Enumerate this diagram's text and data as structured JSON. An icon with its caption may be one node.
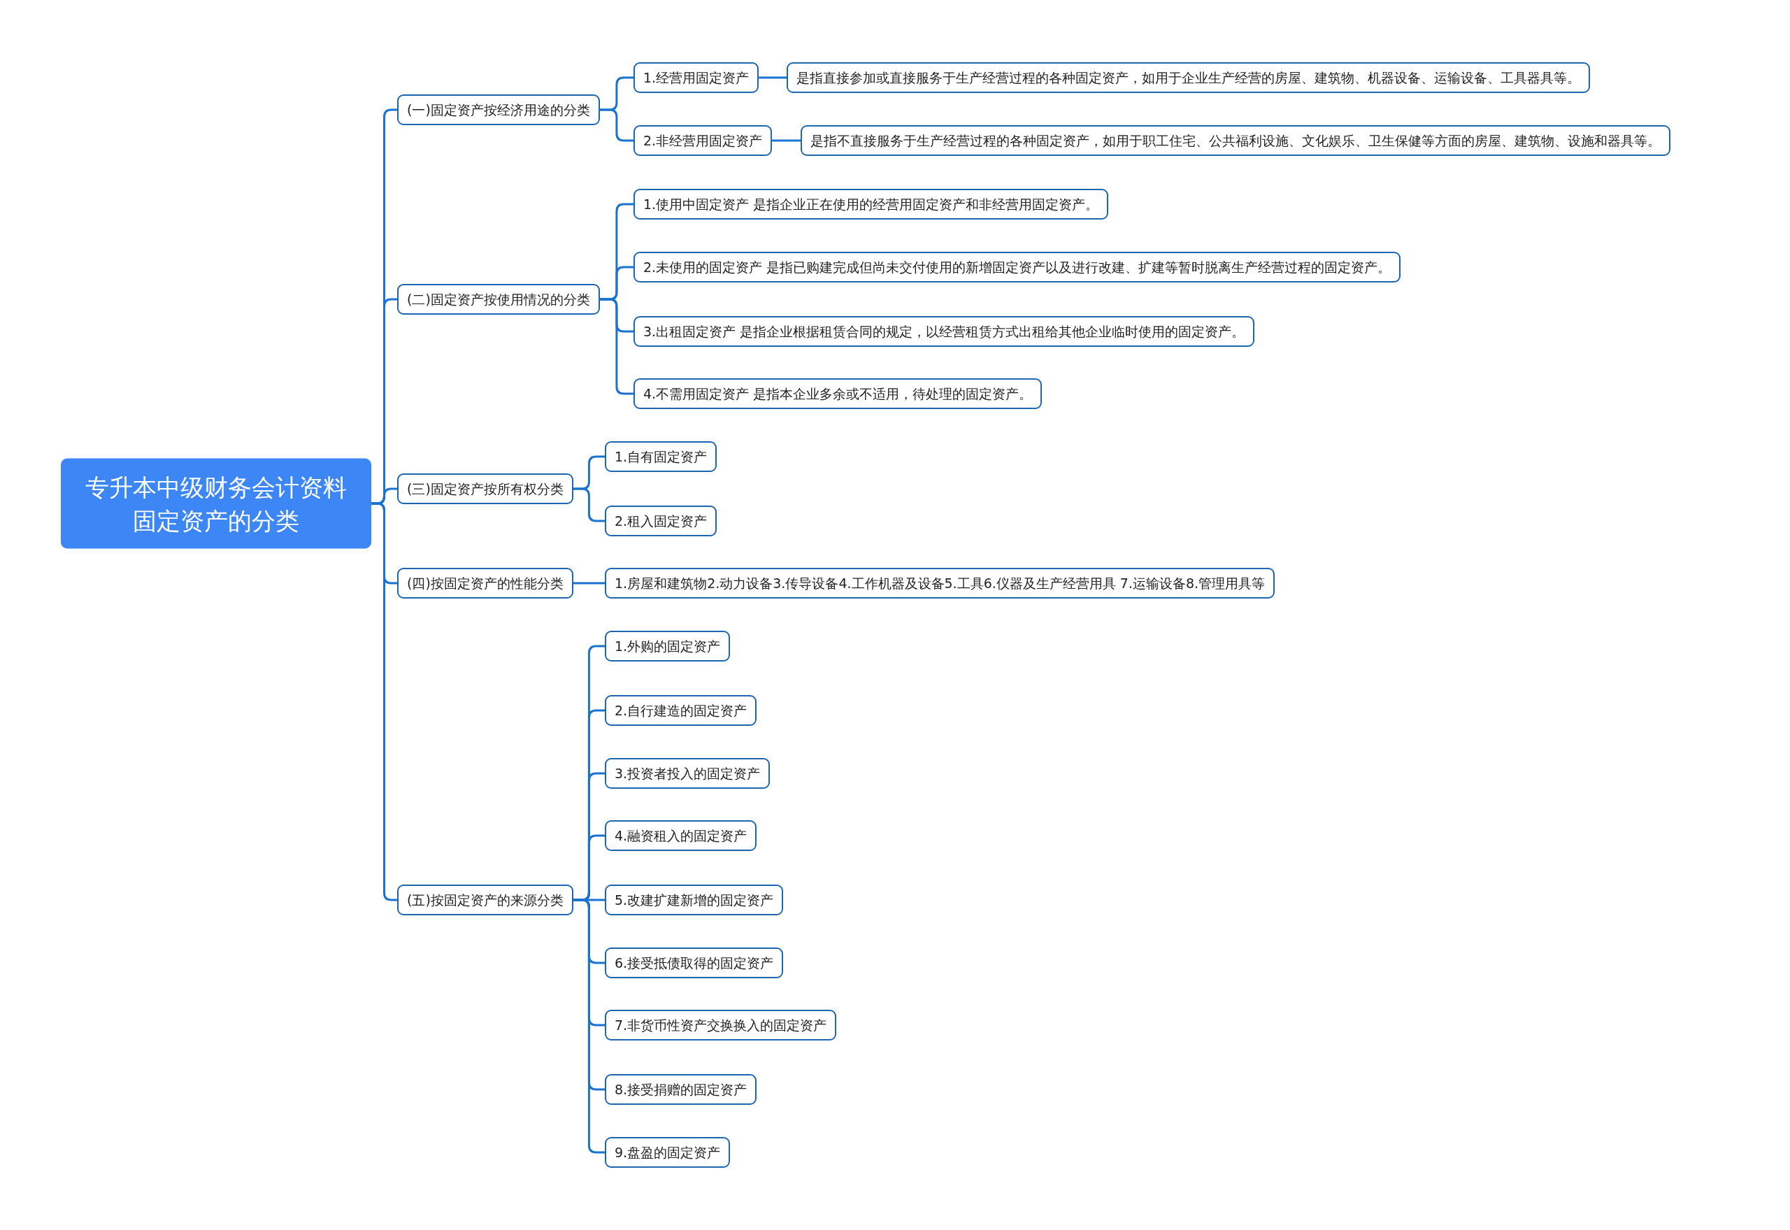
{
  "diagram": {
    "nodes": [
      {
        "text": [
          "专升本中级财务会计资料固定资产的分类"
        ]
      },
      {
        "text": [
          "(一)固定资产按经济用途的分类"
        ]
      },
      {
        "text": [
          "1.经营用固定资产"
        ]
      },
      {
        "text": [
          "是指直接参加或直接服务于生产经营过程的各种固定资产，如用于企业生产经营的房屋、建筑物、机器设备、运输设备、工具器具等。"
        ]
      },
      {
        "text": [
          "2.非经营用固定资产"
        ]
      },
      {
        "text": [
          "是指不直接服务于生产经营过程的各种固定资产，如用于职工住宅、公共福利设施、文化娱乐、卫生保健等方面的房屋、建筑物、设施和器具等。"
        ]
      },
      {
        "text": [
          "(二)固定资产按使用情况的分类"
        ]
      },
      {
        "text": [
          "1.使用中固定资产 是指企业正在使用的经营用固定资产和非经营用固定资产。"
        ]
      },
      {
        "text": [
          "2.未使用的固定资产 是指已购建完成但尚未交付使用的新增固定资产以及进行改建、扩建等暂时脱离生产经营过程的固定资产。"
        ]
      },
      {
        "text": [
          "3.出租固定资产 是指企业根据租赁合同的规定，以经营租赁方式出租给其他企业临时使用的固定资产。"
        ]
      },
      {
        "text": [
          "4.不需用固定资产 是指本企业多余或不适用，待处理的固定资产。"
        ]
      },
      {
        "text": [
          "(三)固定资产按所有权分类"
        ]
      },
      {
        "text": [
          "1.自有固定资产"
        ]
      },
      {
        "text": [
          "2.租入固定资产"
        ]
      },
      {
        "text": [
          "(四)按固定资产的性能分类"
        ]
      },
      {
        "text": [
          "1.房屋和建筑物2.动力设备3.传导设备4.工作机器及设备5.工具6.仪器及生产经营用具 7.运输设备8.管理用具等"
        ]
      },
      {
        "text": [
          "(五)按固定资产的来源分类"
        ]
      },
      {
        "text": [
          "1.外购的固定资产"
        ]
      },
      {
        "text": [
          "2.自行建造的固定资产"
        ]
      },
      {
        "text": [
          "3.投资者投入的固定资产"
        ]
      },
      {
        "text": [
          "4.融资租入的固定资产"
        ]
      },
      {
        "text": [
          "5.改建扩建新增的固定资产"
        ]
      },
      {
        "text": [
          "6.接受抵债取得的固定资产"
        ]
      },
      {
        "text": [
          "7.非货币性资产交换换入的固定资产"
        ]
      },
      {
        "text": [
          "8.接受捐赠的固定资产"
        ]
      },
      {
        "text": [
          "9.盘盈的固定资产"
        ]
      }
    ],
    "edges": [
      {
        "from": 0,
        "to": 1,
        "arrow": "none"
      },
      {
        "from": 0,
        "to": 6,
        "arrow": "none"
      },
      {
        "from": 0,
        "to": 11,
        "arrow": "none"
      },
      {
        "from": 0,
        "to": 14,
        "arrow": "none"
      },
      {
        "from": 0,
        "to": 16,
        "arrow": "none"
      },
      {
        "from": 1,
        "to": 2,
        "arrow": "none"
      },
      {
        "from": 2,
        "to": 3,
        "arrow": "none"
      },
      {
        "from": 1,
        "to": 4,
        "arrow": "none"
      },
      {
        "from": 4,
        "to": 5,
        "arrow": "none"
      },
      {
        "from": 6,
        "to": 7,
        "arrow": "none"
      },
      {
        "from": 6,
        "to": 8,
        "arrow": "none"
      },
      {
        "from": 6,
        "to": 9,
        "arrow": "none"
      },
      {
        "from": 6,
        "to": 10,
        "arrow": "none"
      },
      {
        "from": 11,
        "to": 12,
        "arrow": "none"
      },
      {
        "from": 11,
        "to": 13,
        "arrow": "none"
      },
      {
        "from": 14,
        "to": 15,
        "arrow": "none"
      },
      {
        "from": 16,
        "to": 17,
        "arrow": "none"
      },
      {
        "from": 16,
        "to": 18,
        "arrow": "none"
      },
      {
        "from": 16,
        "to": 19,
        "arrow": "none"
      },
      {
        "from": 16,
        "to": 20,
        "arrow": "none"
      },
      {
        "from": 16,
        "to": 21,
        "arrow": "none"
      },
      {
        "from": 16,
        "to": 22,
        "arrow": "none"
      },
      {
        "from": 16,
        "to": 23,
        "arrow": "none"
      },
      {
        "from": 16,
        "to": 24,
        "arrow": "none"
      },
      {
        "from": 16,
        "to": 25,
        "arrow": "none"
      }
    ]
  }
}
